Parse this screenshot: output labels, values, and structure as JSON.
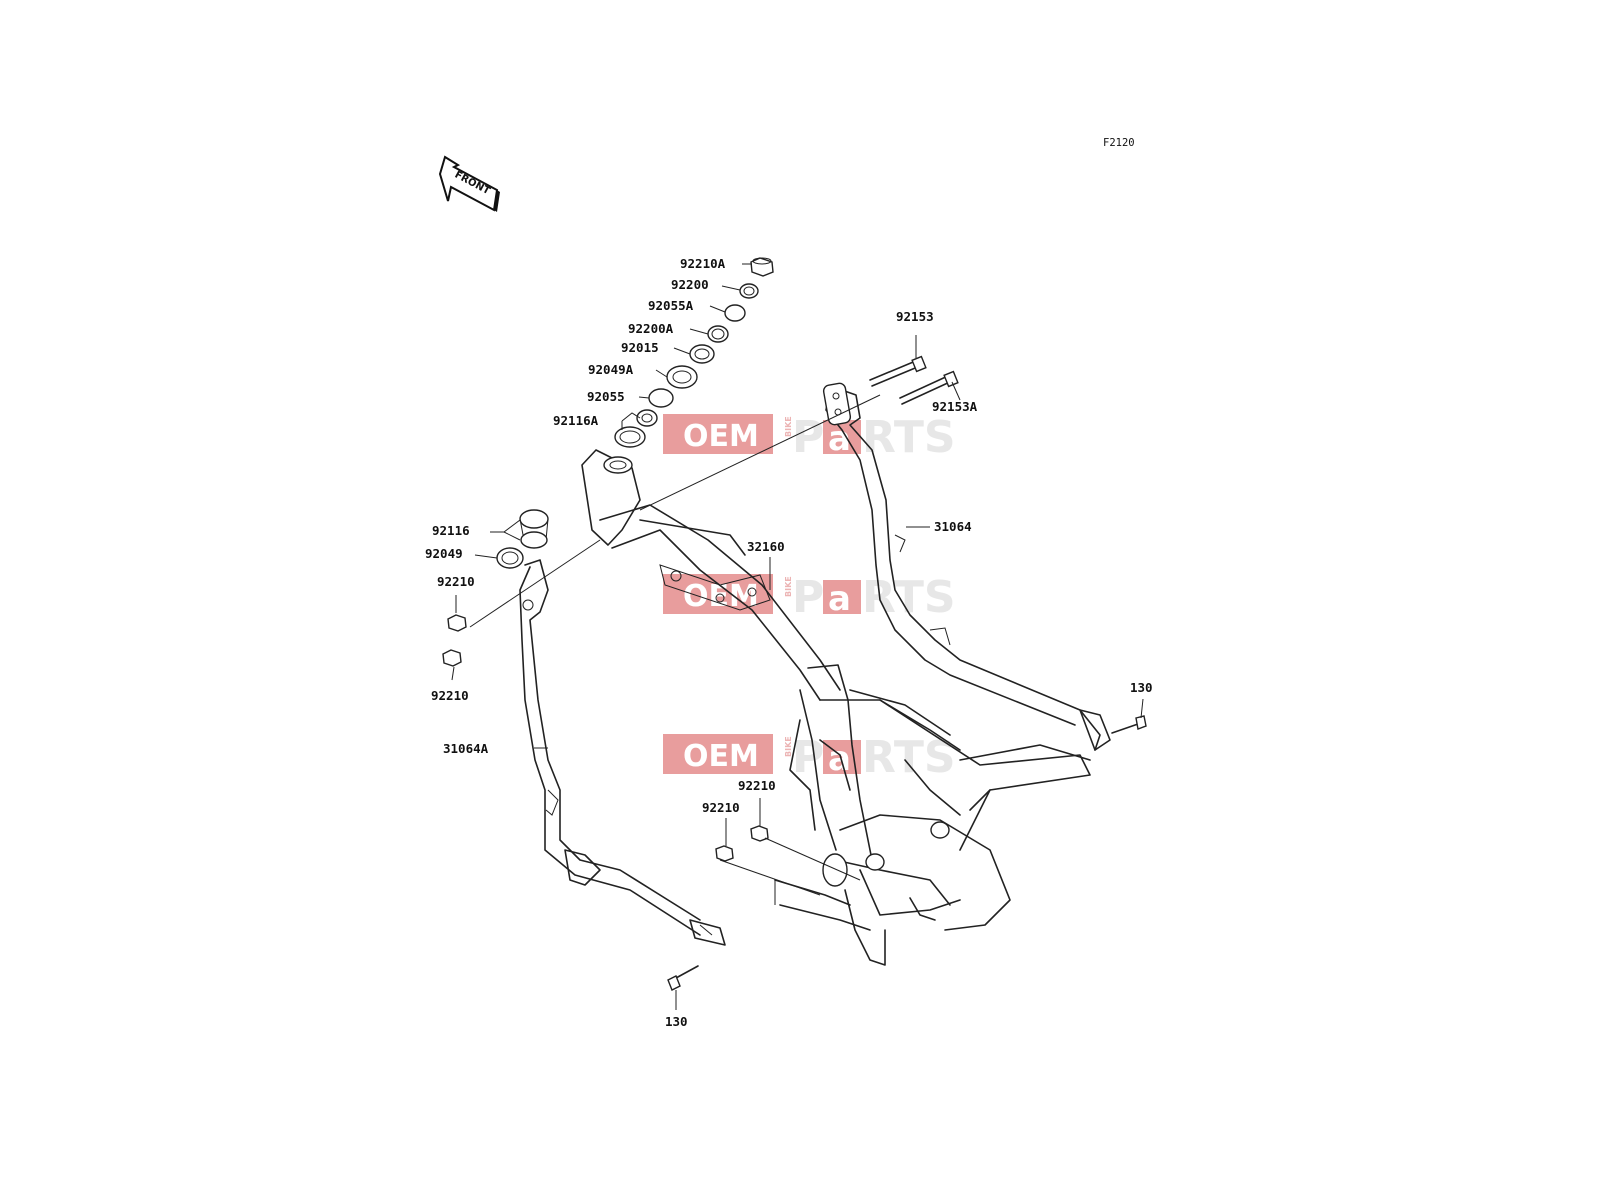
{
  "diagram_code": "F2120",
  "front_arrow_label": "FRONT",
  "watermark": {
    "oem": "OEM",
    "bike": "BIKE",
    "parts_left": "P",
    "parts_a": "a",
    "parts_right": "RTS"
  },
  "labels": {
    "p92210A": "92210A",
    "p92200": "92200",
    "p92055A": "92055A",
    "p92200A": "92200A",
    "p92015": "92015",
    "p92049A": "92049A",
    "p92055": "92055",
    "p92116A": "92116A",
    "p92116": "92116",
    "p92049": "92049",
    "p92210_a": "92210",
    "p92210_b": "92210",
    "p31064A": "31064A",
    "p32160": "32160",
    "p92153": "92153",
    "p92153A": "92153A",
    "p31064": "31064",
    "p130_right": "130",
    "p92210_c": "92210",
    "p92210_d": "92210",
    "p130_bottom": "130"
  },
  "colors": {
    "watermark_red": "#e58c8c",
    "watermark_gray": "#e3e3e3",
    "line": "#222222"
  }
}
